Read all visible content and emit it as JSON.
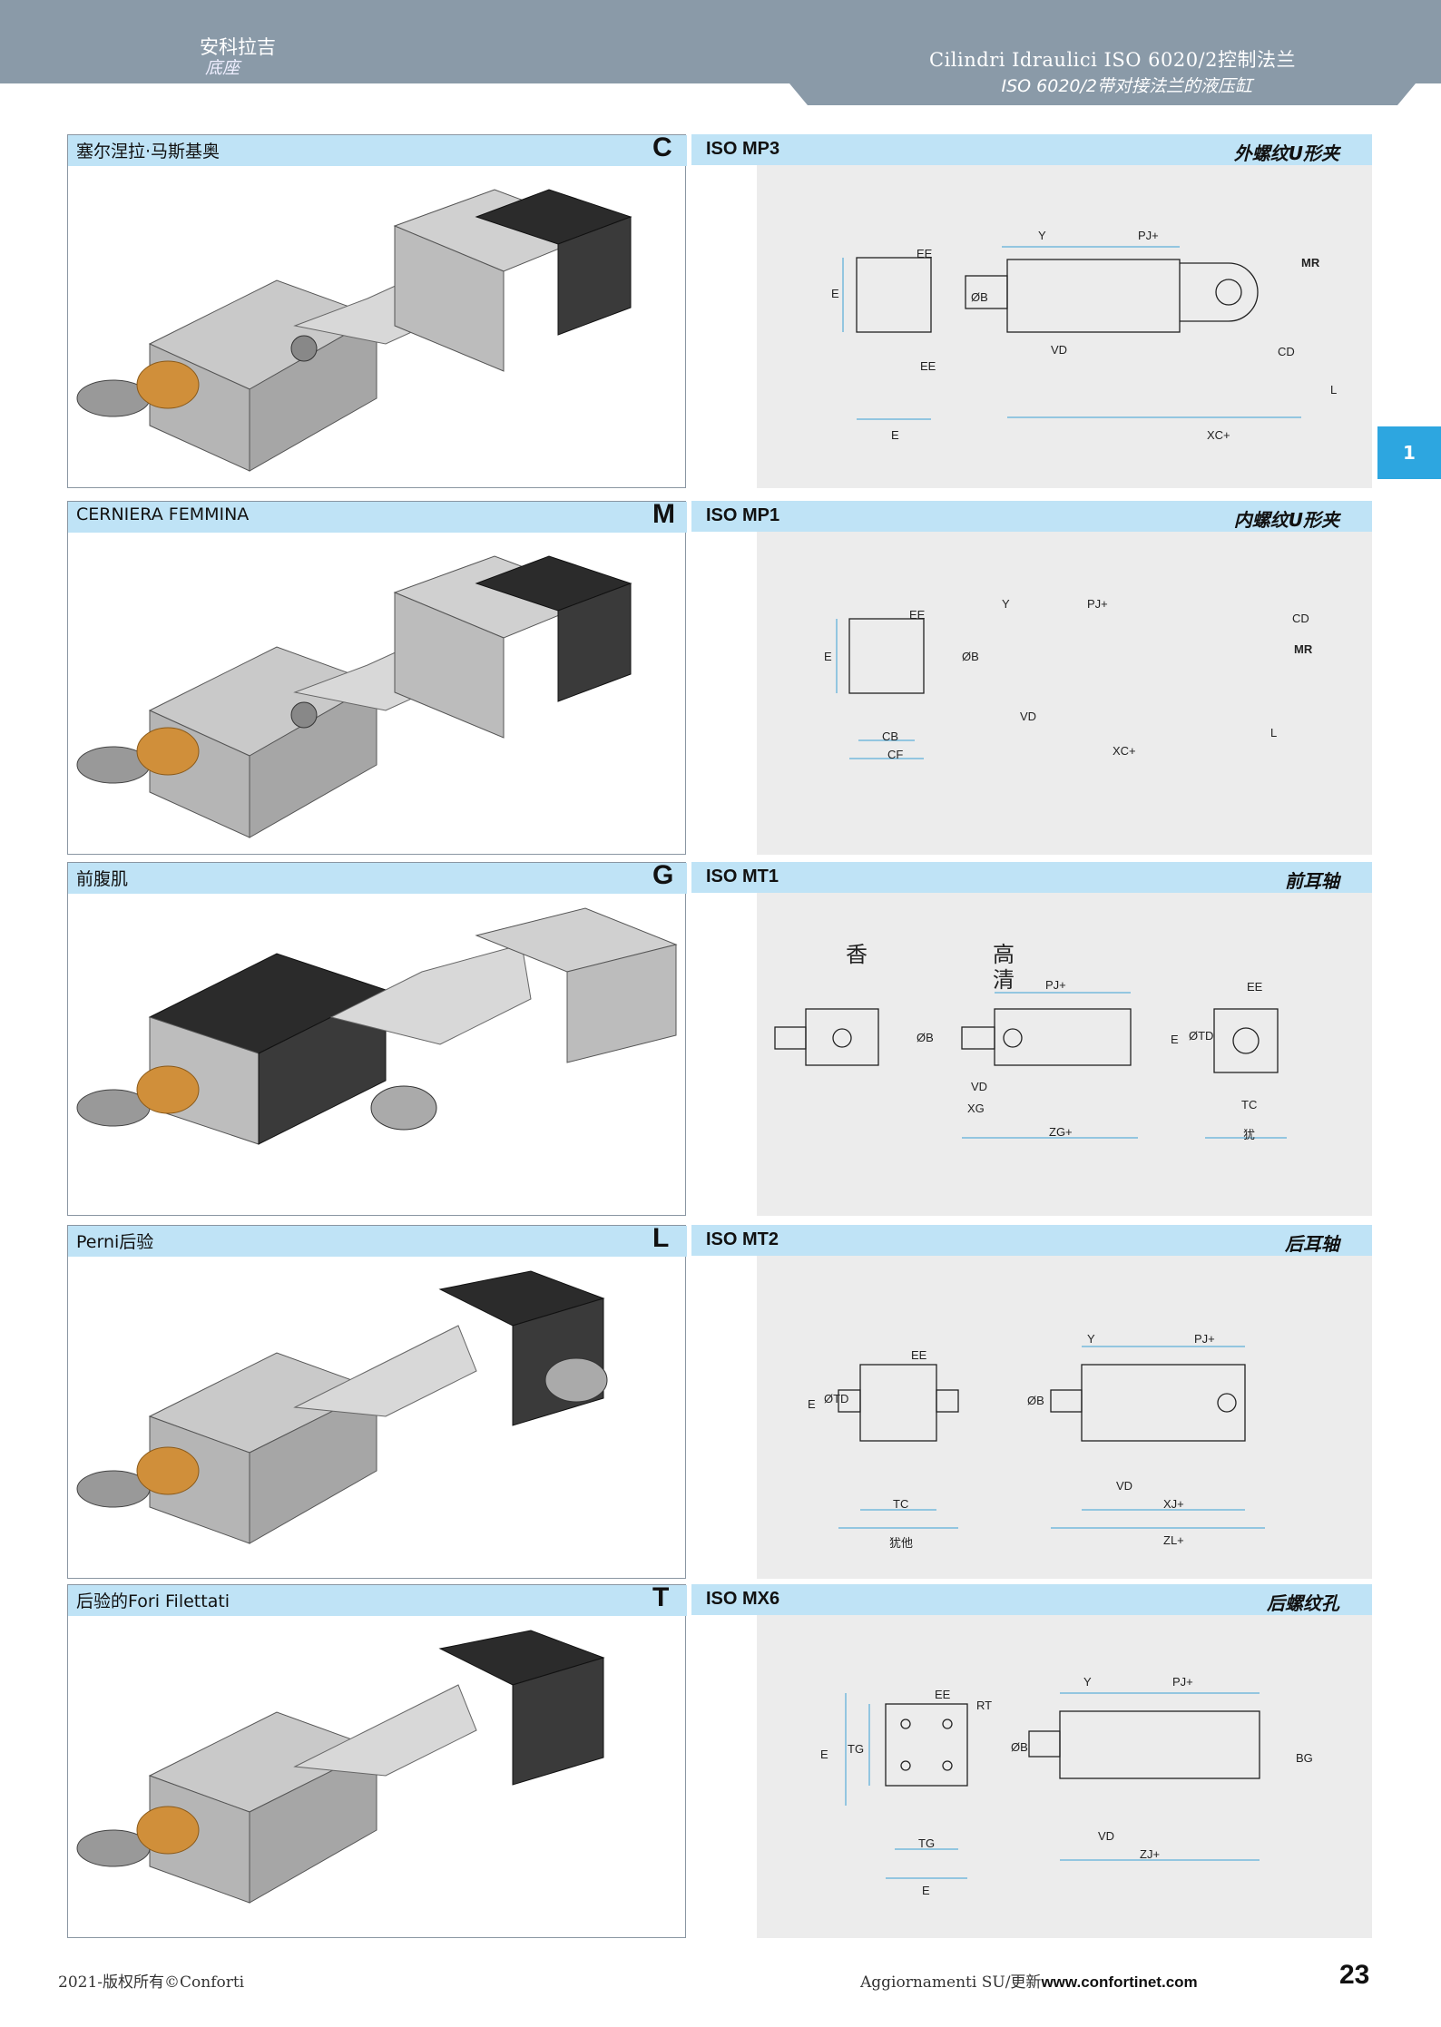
{
  "header": {
    "left_title": "安科拉吉",
    "left_subtitle": "底座",
    "right_title": "Cilindri Idraulici ISO 6020/2控制法兰",
    "right_subtitle": "ISO 6020/2带对接法兰的液压缸",
    "side_tab": "1"
  },
  "sections": [
    {
      "label": "塞尔涅拉·马斯基奥",
      "letter": "C",
      "iso": "ISO MP3",
      "iso_cn": "外螺纹U形夹",
      "dims": {
        "a": "E",
        "b": "EE",
        "c": "E",
        "d": "ØB",
        "e": "Y",
        "f": "PJ+",
        "g": "MR",
        "h": "VD",
        "i": "CD",
        "j": "L",
        "k": "XC+",
        "l": "EE"
      }
    },
    {
      "label": "CERNIERA FEMMINA",
      "letter": "M",
      "iso": "ISO MP1",
      "iso_cn": "内螺纹U形夹",
      "dims": {
        "a": "E",
        "b": "EE",
        "c": "ØB",
        "d": "CB",
        "e": "CF",
        "f": "Y",
        "g": "PJ+",
        "h": "CD",
        "i": "MR",
        "j": "VD",
        "k": "L",
        "l": "XC+"
      }
    },
    {
      "label": "前腹肌",
      "letter": "G",
      "iso": "ISO MT1",
      "iso_cn": "前耳轴",
      "extra1": "香",
      "extra2": "高",
      "extra3": "清",
      "dims": {
        "a": "ØB",
        "b": "PJ+",
        "c": "VD",
        "d": "XG",
        "e": "ZG+",
        "f": "EE",
        "g": "E",
        "h": "ØTD",
        "i": "TC",
        "j": "犹"
      }
    },
    {
      "label": "Perni后验",
      "letter": "L",
      "iso": "ISO MT2",
      "iso_cn": "后耳轴",
      "dims": {
        "a": "EE",
        "b": "E",
        "c": "ØTD",
        "d": "TC",
        "e": "犹他",
        "f": "Y",
        "g": "PJ+",
        "h": "ØB",
        "i": "VD",
        "j": "XJ+",
        "k": "ZL+"
      }
    },
    {
      "label": "后验的Fori Filettati",
      "letter": "T",
      "iso": "ISO MX6",
      "iso_cn": "后螺纹孔",
      "dims": {
        "a": "EE",
        "b": "RT",
        "c": "E",
        "d": "TG",
        "e": "TG",
        "f": "E",
        "g": "ØB",
        "h": "Y",
        "i": "PJ+",
        "j": "BG",
        "k": "VD",
        "l": "ZJ+"
      }
    }
  ],
  "footer": {
    "copyright": "2021-版权所有©Conforti",
    "updates_prefix": "Aggiornamenti SU/更新",
    "updates_url": "www.confortinet.com",
    "page_number": "23"
  }
}
